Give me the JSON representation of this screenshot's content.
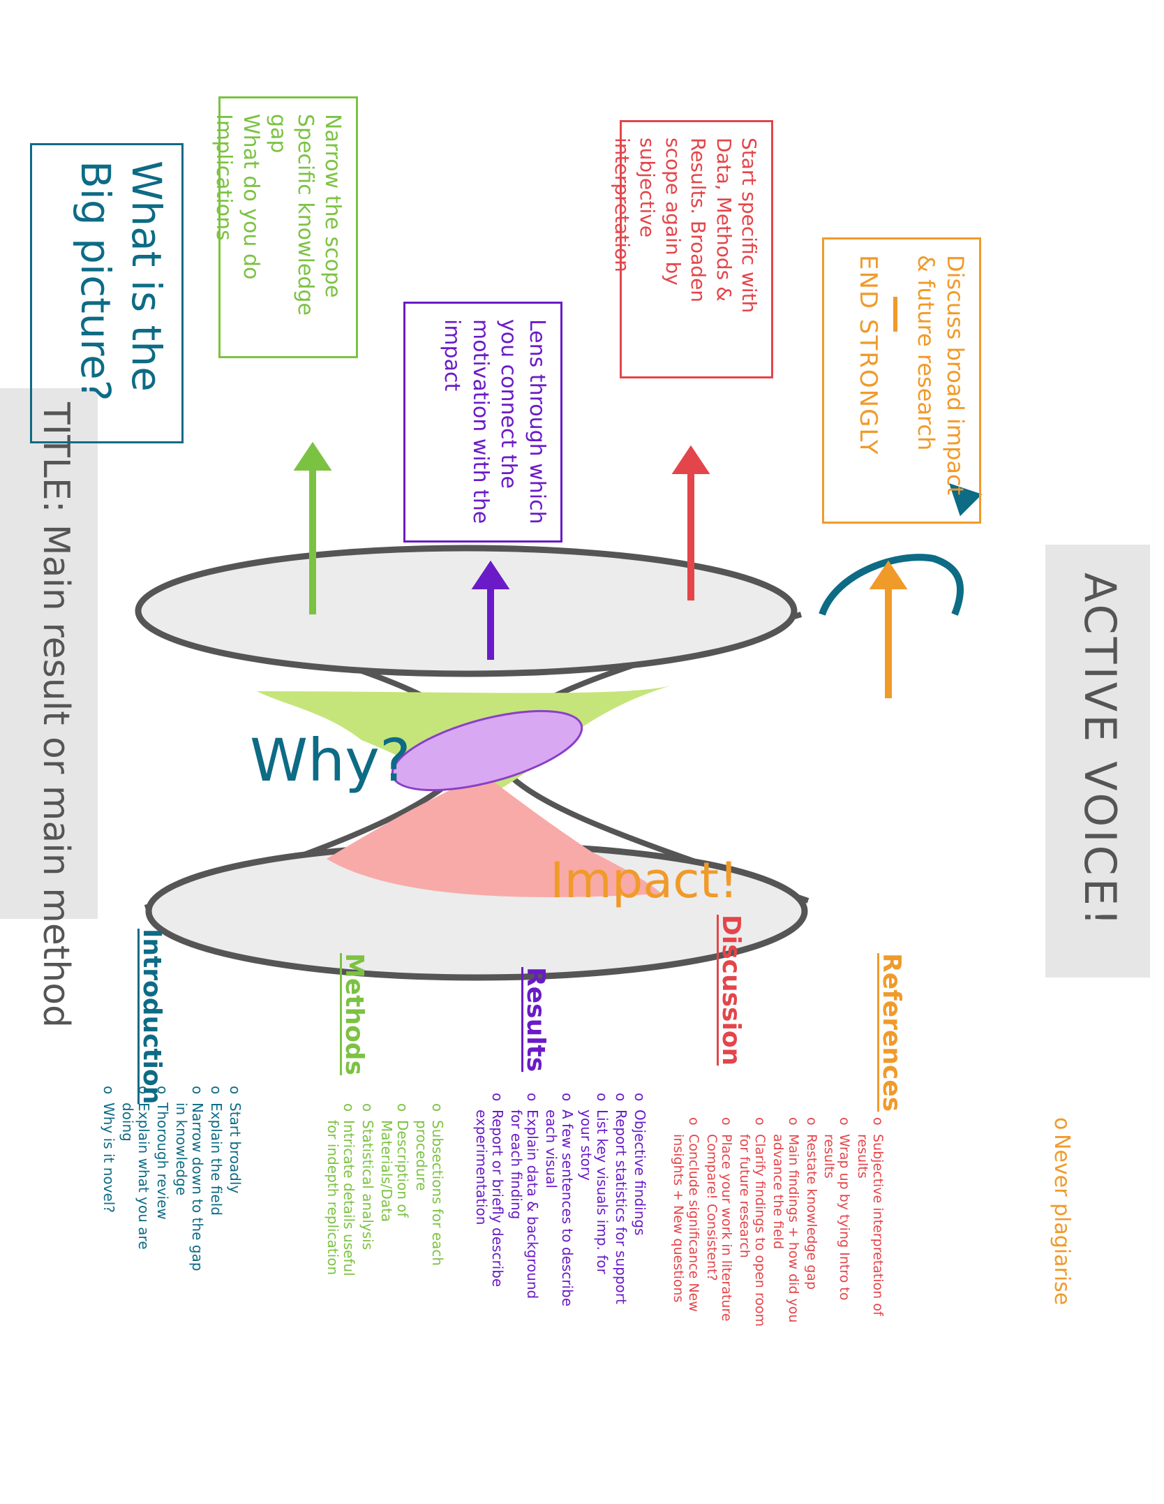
{
  "colors": {
    "teal": "#0d6b85",
    "green": "#7cc242",
    "purple": "#6a1bc7",
    "red": "#e3454a",
    "orange": "#f09a2a",
    "gray_text": "#555555",
    "gray_bg": "#e6e6e6"
  },
  "title": "TITLE: Main result or main method",
  "active_voice": "ACTIVE VOICE!",
  "hourglass": {
    "left_label": "Why?",
    "right_label": "Impact!"
  },
  "boxes": {
    "big_picture": "What is the Big picture?",
    "narrow_scope": [
      "Narrow the scope",
      "Specific knowledge gap",
      "What do you do",
      "Implications"
    ],
    "lens": "Lens through which you connect the motivation with the impact",
    "start_specific": "Start specific with Data, Methods & Results. Broaden scope again by subjective interpretation",
    "discuss": "Discuss broad impact & future research",
    "end_strongly": "END STRONGLY"
  },
  "sections": {
    "introduction": {
      "heading": "Introduction",
      "items": [
        "Start broadly",
        "Explain the field",
        "Narrow down to the gap in knowledge",
        "Thorough review",
        "Explain what you are doing",
        "Why is it novel?"
      ]
    },
    "methods": {
      "heading": "Methods",
      "items": [
        "Subsections for each procedure",
        "Description of Materials/Data",
        "Statistical analysis",
        "Intricate details useful for indepth replication"
      ]
    },
    "results": {
      "heading": "Results",
      "items": [
        "Objective findings",
        "Report statistics for support",
        "List key visuals imp. for your story",
        "A few sentences to describe each visual",
        "Explain data & background for each finding",
        "Report or briefly describe experimentation"
      ]
    },
    "discussion": {
      "heading": "Discussion",
      "items": [
        "Subjective interpretation of results",
        "Wrap up by tying Intro to results",
        "Restate knowledge gap",
        "Main findings + how did you advance the field",
        "Clarify findings to open room for future research",
        "Place your work in literature Compare! Consistent?",
        "Conclude significance New insights + New questions"
      ]
    },
    "references": {
      "heading": "References",
      "items": [
        "Never plagiarise"
      ]
    }
  }
}
